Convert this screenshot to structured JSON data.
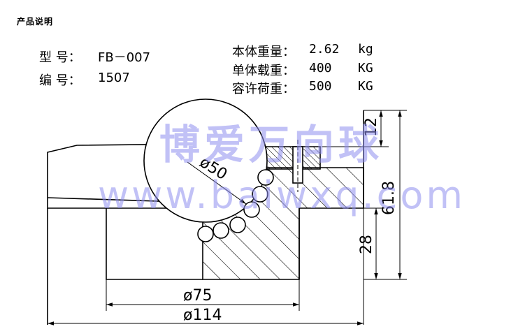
{
  "header": {
    "title": "产品说明"
  },
  "model": {
    "model_label": "型  号：",
    "model_value": "FB－007",
    "code_label": "编  号：",
    "code_value": "1507"
  },
  "specs": {
    "unit_weight_label": "本体重量：",
    "unit_weight_value": "2.62",
    "unit_weight_unit": "kg",
    "single_load_label": "单体载重：",
    "single_load_value": "400",
    "single_load_unit": "KG",
    "allow_load_label": "容许荷重：",
    "allow_load_value": "500",
    "allow_load_unit": "KG"
  },
  "dimensions": {
    "ball_dia": "ø50",
    "top_height": "12",
    "total_height": "61.8",
    "flange_height": "28",
    "inner_dia": "ø75",
    "outer_dia": "ø114"
  },
  "watermark": {
    "cn": "博爱万向球",
    "en": "www.baiwxq.com"
  },
  "colors": {
    "watermark": "#8f8fef",
    "line": "#000000"
  }
}
